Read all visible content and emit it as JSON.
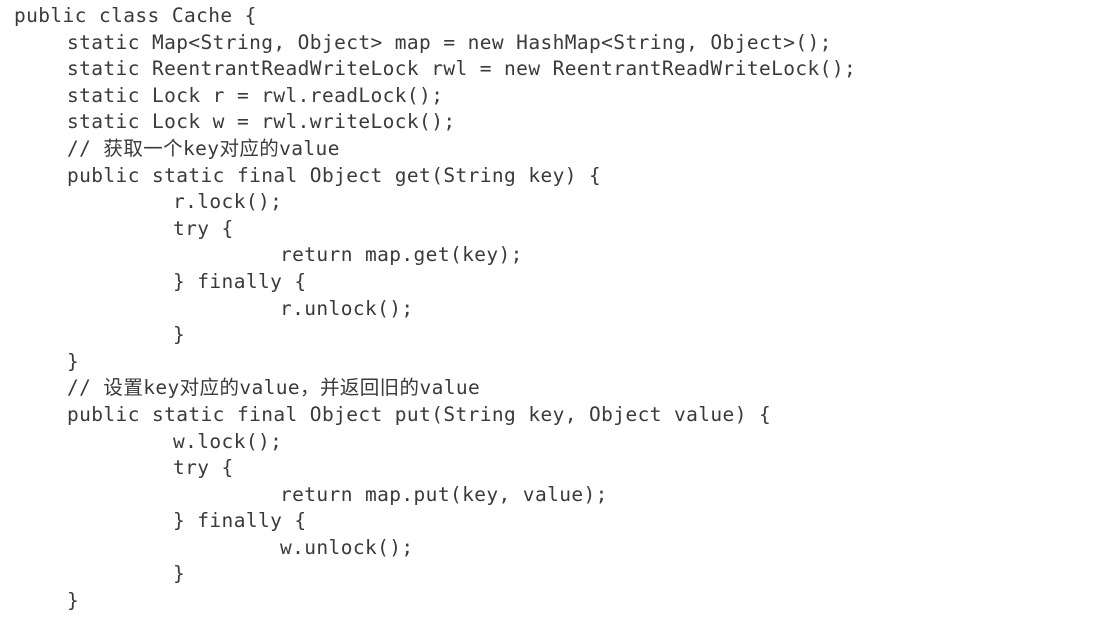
{
  "code": {
    "lines": [
      "public class Cache {",
      "static Map<String, Object> map = new HashMap<String, Object>();",
      "static ReentrantReadWriteLock rwl = new ReentrantReadWriteLock();",
      "static Lock r = rwl.readLock();",
      "static Lock w = rwl.writeLock();",
      "// 获取一个key对应的value",
      "public static final Object get(String key) {",
      "r.lock();",
      "try {",
      "return map.get(key);",
      "} finally {",
      "r.unlock();",
      "}",
      "}",
      "// 设置key对应的value，并返回旧的value",
      "public static final Object put(String key, Object value) {",
      "w.lock();",
      "try {",
      "return map.put(key, value);",
      "} finally {",
      "w.unlock();",
      "}",
      "}"
    ]
  }
}
